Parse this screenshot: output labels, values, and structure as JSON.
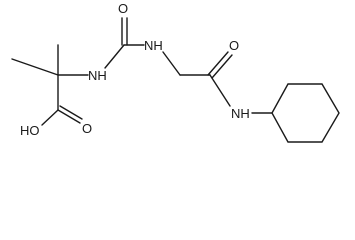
{
  "molecule": {
    "atom_labels": [
      {
        "id": "o-carbonyl-top",
        "text": "O"
      },
      {
        "id": "nh-left",
        "text": "NH"
      },
      {
        "id": "nh-middle",
        "text": "NH"
      },
      {
        "id": "o-amide-right",
        "text": "O"
      },
      {
        "id": "nh-lower-right",
        "text": "NH"
      },
      {
        "id": "oh-acid",
        "text": "HO"
      },
      {
        "id": "o-acid",
        "text": "O"
      }
    ],
    "bonds": [
      {
        "id": "b-me1-c",
        "from": "me1",
        "to": "cq",
        "order": 1
      },
      {
        "id": "b-me2-c",
        "from": "me2",
        "to": "cq",
        "order": 1
      },
      {
        "id": "b-cq-nh",
        "from": "cq",
        "to": "nh-left",
        "order": 1
      },
      {
        "id": "b-nh-curea",
        "from": "nh-left",
        "to": "curea",
        "order": 1
      },
      {
        "id": "b-curea-o",
        "from": "curea",
        "to": "o-carbonyl-top",
        "order": 2
      },
      {
        "id": "b-curea-nh2",
        "from": "curea",
        "to": "nh-middle",
        "order": 1
      },
      {
        "id": "b-nh2-ch2",
        "from": "nh-middle",
        "to": "ch2",
        "order": 1
      },
      {
        "id": "b-ch2-camide",
        "from": "ch2",
        "to": "camide",
        "order": 1
      },
      {
        "id": "b-camide-o",
        "from": "camide",
        "to": "o-amide-right",
        "order": 2
      },
      {
        "id": "b-camide-nh",
        "from": "camide",
        "to": "nh-lower-right",
        "order": 1
      },
      {
        "id": "b-nh-cy",
        "from": "nh-lower-right",
        "to": "cy1",
        "order": 1
      },
      {
        "id": "b-cq-cacid",
        "from": "cq",
        "to": "cacid",
        "order": 1
      },
      {
        "id": "b-cacid-oh",
        "from": "cacid",
        "to": "oh-acid",
        "order": 1
      },
      {
        "id": "b-cacid-o",
        "from": "cacid",
        "to": "o-acid",
        "order": 2
      }
    ],
    "ring": {
      "name": "cyclohexyl",
      "size": 6
    }
  }
}
